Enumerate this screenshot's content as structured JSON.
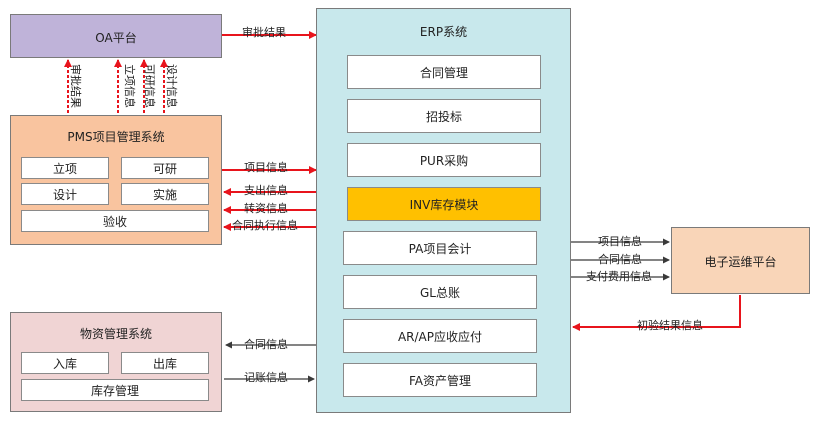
{
  "oa": {
    "title": "OA平台"
  },
  "pms": {
    "title": "PMS项目管理系统",
    "items": [
      "立项",
      "可研",
      "设计",
      "实施",
      "验收"
    ]
  },
  "wms": {
    "title": "物资管理系统",
    "items": [
      "入库",
      "出库",
      "库存管理"
    ]
  },
  "erp": {
    "title": "ERP系统",
    "modules": [
      "合同管理",
      "招投标",
      "PUR采购",
      "INV库存模块",
      "PA项目会计",
      "GL总账",
      "AR/AP应收应付",
      "FA资产管理"
    ]
  },
  "ops": {
    "title": "电子运维平台"
  },
  "flows": {
    "oa_erp": "审批结果",
    "oa_pms": [
      "审批结果",
      "立项信息",
      "可研信息",
      "设计信息"
    ],
    "pms_erp": [
      "项目信息",
      "支出信息",
      "转资信息",
      "合同执行信息"
    ],
    "wms_erp": [
      "合同信息",
      "记账信息"
    ],
    "erp_ops": [
      "项目信息",
      "合同信息",
      "支付费用信息"
    ],
    "ops_erp": "初验结果信息"
  },
  "colors": {
    "oa_fill": "#bfb3d9",
    "pms_fill": "#f9c49f",
    "wms_fill": "#f0d4d4",
    "erp_fill": "#c8e8ec",
    "ops_fill": "#f9d5b8",
    "highlight": "#ffc000",
    "arrow_red": "#e8141c",
    "arrow_dark": "#3a3a3a"
  }
}
